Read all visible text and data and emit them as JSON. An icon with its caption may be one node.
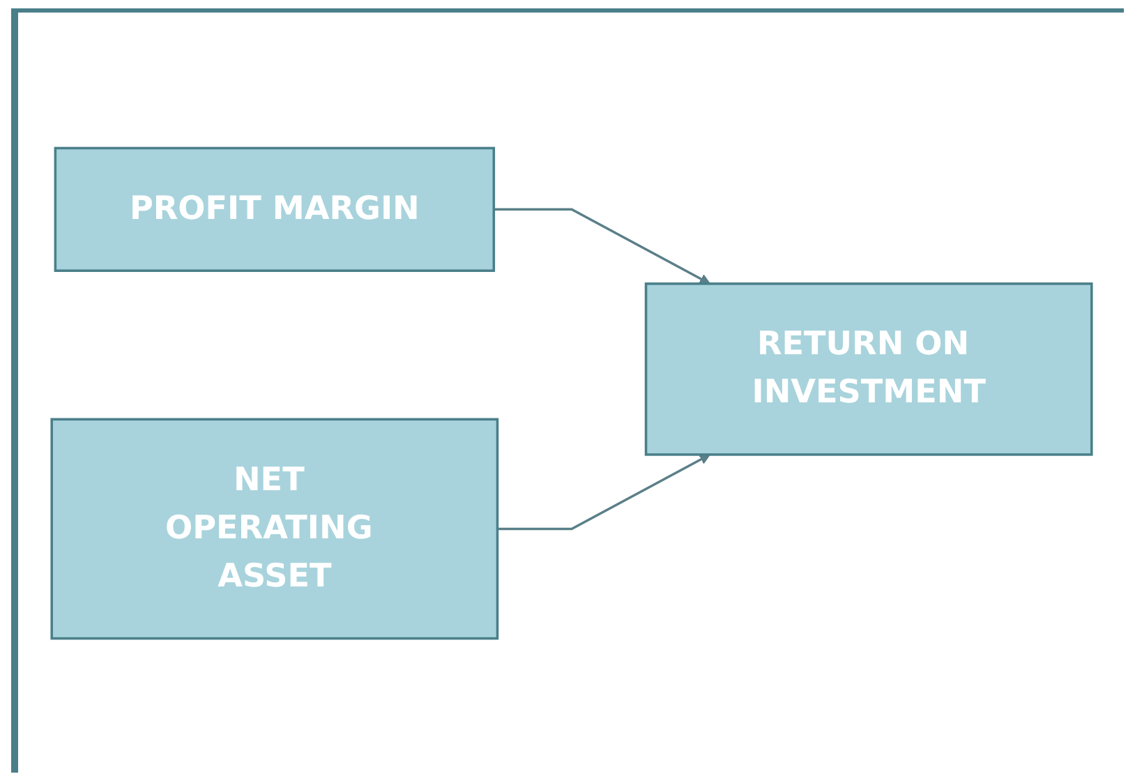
{
  "diagram": {
    "nodes": [
      {
        "text": [
          "PROFIT MARGIN"
        ]
      },
      {
        "text": [
          "NET OPERATING ASSET"
        ]
      },
      {
        "text": [
          "RETURN ON INVESTMENT"
        ]
      }
    ],
    "edges": [
      {
        "from": 0,
        "to": 2,
        "arrow": "to"
      },
      {
        "from": 1,
        "to": 2,
        "arrow": "to"
      }
    ]
  }
}
